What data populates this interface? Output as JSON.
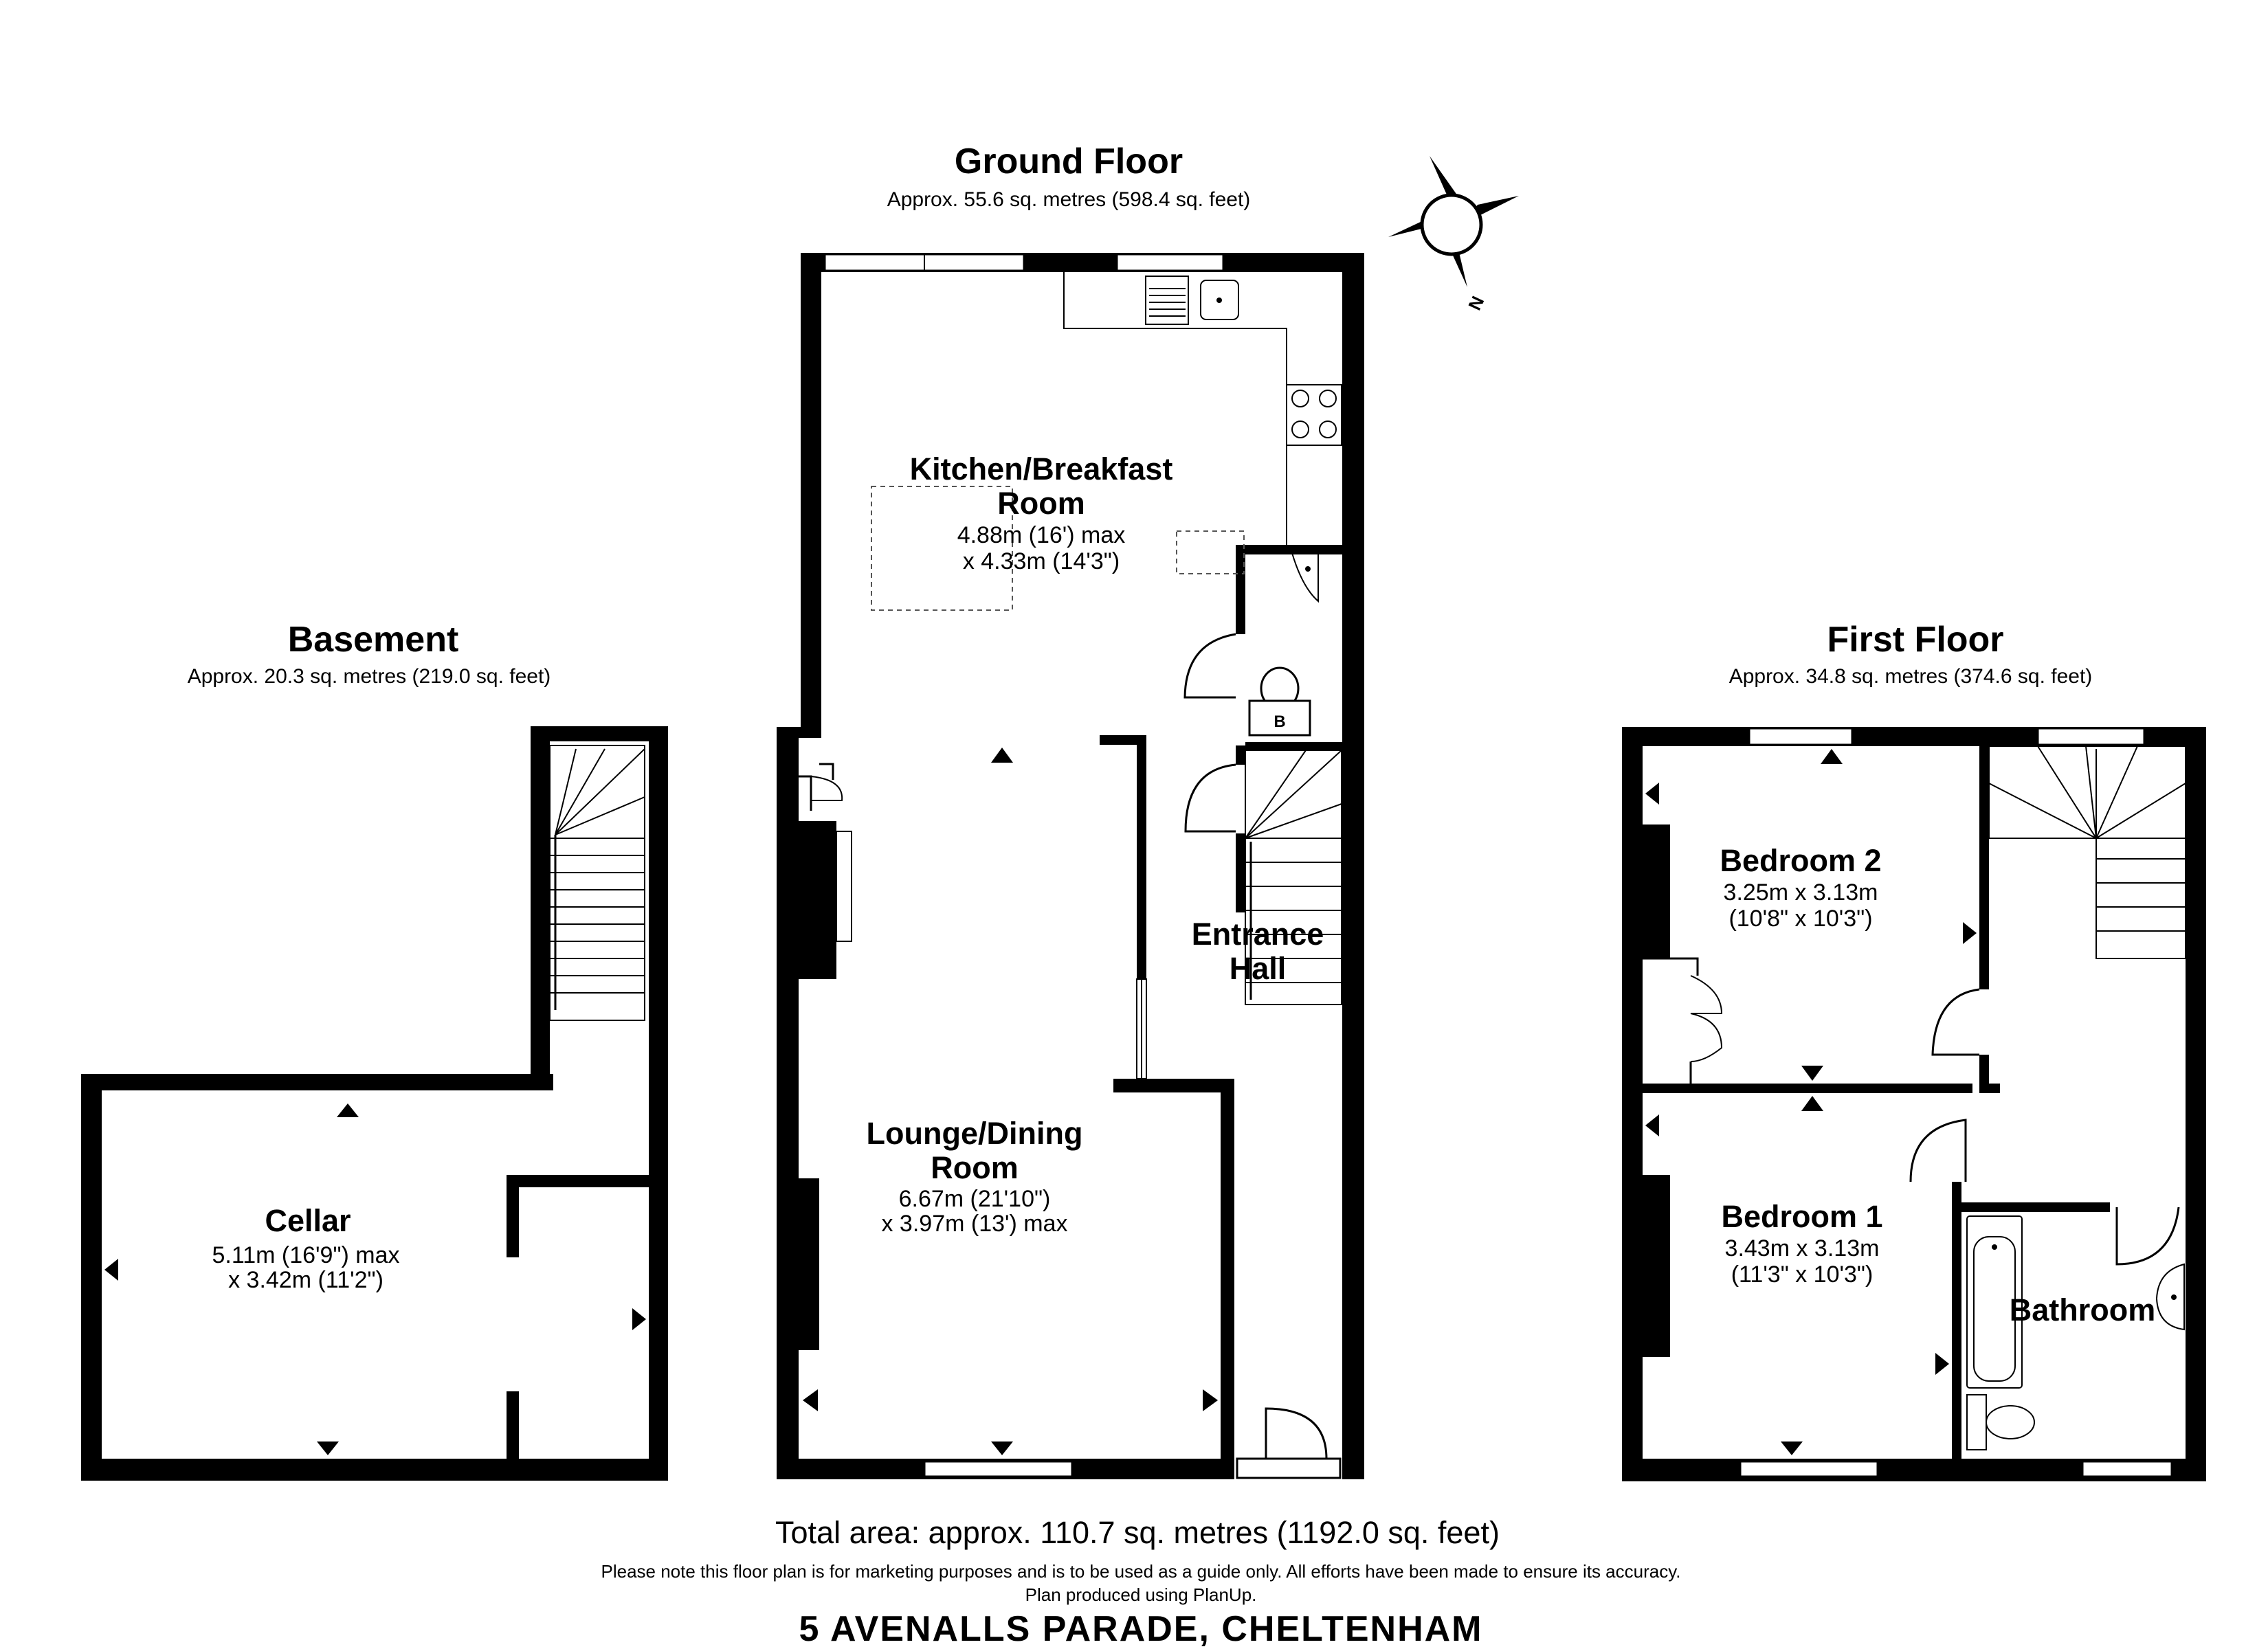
{
  "floors": {
    "ground": {
      "title": "Ground Floor",
      "area": "Approx. 55.6 sq. metres (598.4 sq. feet)"
    },
    "basement": {
      "title": "Basement",
      "area": "Approx. 20.3 sq. metres (219.0 sq. feet)"
    },
    "first": {
      "title": "First Floor",
      "area": "Approx. 34.8 sq. metres (374.6 sq. feet)"
    }
  },
  "rooms": {
    "kitchen": {
      "name1": "Kitchen/Breakfast",
      "name2": "Room",
      "dim1": "4.88m (16') max",
      "dim2": "x 4.33m (14'3\")"
    },
    "lounge": {
      "name1": "Lounge/Dining",
      "name2": "Room",
      "dim1": "6.67m (21'10\")",
      "dim2": "x 3.97m (13') max"
    },
    "hall": {
      "name1": "Entrance",
      "name2": "Hall"
    },
    "cellar": {
      "name": "Cellar",
      "dim1": "5.11m (16'9\") max",
      "dim2": "x 3.42m (11'2\")"
    },
    "bedroom2": {
      "name": "Bedroom 2",
      "dim1": "3.25m x 3.13m",
      "dim2": "(10'8\" x 10'3\")"
    },
    "bedroom1": {
      "name": "Bedroom 1",
      "dim1": "3.43m x 3.13m",
      "dim2": "(11'3\" x 10'3\")"
    },
    "bathroom": {
      "name": "Bathroom"
    }
  },
  "boiler_label": "B",
  "compass_label": "N",
  "footer": {
    "total": "Total area: approx. 110.7 sq. metres (1192.0 sq. feet)",
    "note1": "Please note this floor plan is for marketing purposes and is to be used as a guide only. All efforts have been made to ensure its accuracy.",
    "note2": "Plan produced using PlanUp.",
    "address": "5 AVENALLS PARADE, CHELTENHAM"
  }
}
